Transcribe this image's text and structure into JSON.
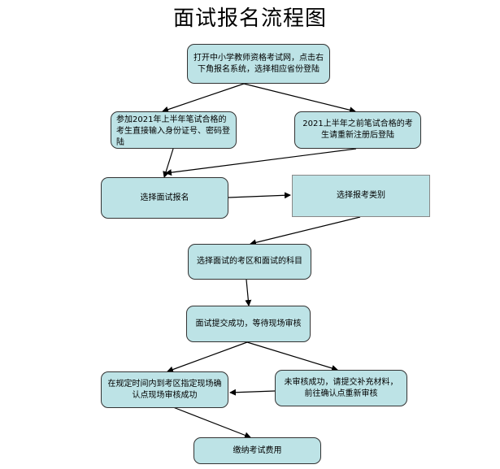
{
  "title": "面试报名流程图",
  "steps": {
    "s1": "打开中小学教师资格考试网，点击右下角报名系统，选择相应省份登陆",
    "s2a": "参加2021年上半年笔试合格的考生直接输入身份证号、密码登陆",
    "s2b": "2021上半年之前笔试合格的考生请重新注册后登陆",
    "s3": "选择面试报名",
    "s4": "选择报考类别",
    "s5": "选择面试的考区和面试的科目",
    "s6": "面试提交成功，等待现场审核",
    "s7a": "在规定时间内到考区指定现场确认点现场审核成功",
    "s7b": "未审核成功，请提交补充材料，前往确认点重新审核",
    "s8": "缴纳考试费用"
  }
}
